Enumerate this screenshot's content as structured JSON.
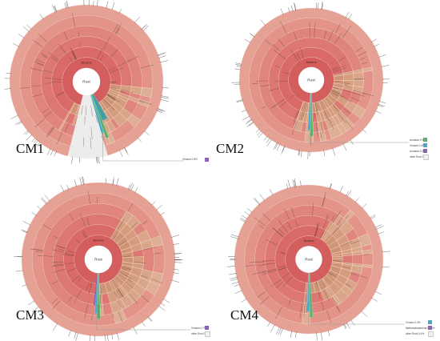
{
  "figure": {
    "panels": [
      {
        "id": "cm1",
        "label": "CM1",
        "center_text": "Root",
        "inner_text": "Bacteria",
        "hidden_legend": [
          {
            "text": "Viruses  0.5%",
            "color": "#8e63b5"
          }
        ]
      },
      {
        "id": "cm2",
        "label": "CM2",
        "center_text": "Root",
        "inner_text": "Bacteria",
        "hidden_legend": [
          {
            "text": "Archaea  1%",
            "color": "#58b06a"
          },
          {
            "text": "Viruses  0.4%",
            "color": "#4aa9c6"
          },
          {
            "text": "Archaea  0.01%",
            "color": "#8e63b5"
          },
          {
            "text": "other Root  0.1%",
            "color": "#f2f2f2"
          }
        ]
      },
      {
        "id": "cm3",
        "label": "CM3",
        "center_text": "Root",
        "inner_text": "Bacteria",
        "hidden_legend": [
          {
            "text": "Viruses  0.7%",
            "color": "#8e63b5"
          },
          {
            "text": "other Root  0.2%",
            "color": "#f2f2f2"
          }
        ]
      },
      {
        "id": "cm4",
        "label": "CM4",
        "center_text": "Root",
        "inner_text": "Bacteria",
        "hidden_legend": [
          {
            "text": "Viruses  0.3%",
            "color": "#4aa9c6"
          },
          {
            "text": "Methanobacteriota  0.06%",
            "color": "#8e63b5"
          },
          {
            "text": "other Root  0.4%",
            "color": "#f2f2f2"
          }
        ]
      }
    ],
    "colors": {
      "bacteria_ring": "#d5605f",
      "phylum_light": "#e5a095",
      "actino": "#d59a7d",
      "firmicutes": "#cf9a78",
      "proteo": "#e2b09b",
      "archaea": "#58b06a",
      "viruses": "#4aa9c6",
      "other": "#ececec",
      "accent_purple": "#8e63b5"
    }
  }
}
